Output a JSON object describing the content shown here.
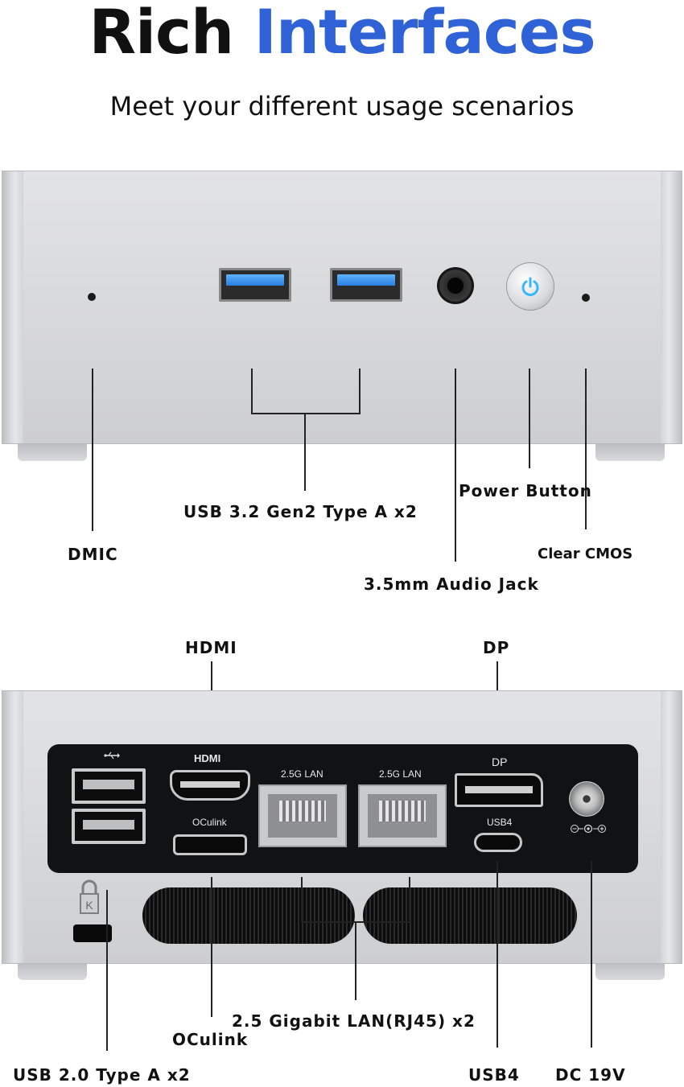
{
  "header": {
    "title_part1": "Rich",
    "title_part2": "Interfaces",
    "subtitle": "Meet your different usage scenarios"
  },
  "front": {
    "labels": {
      "dmic": "DMIC",
      "usb32": "USB 3.2 Gen2 Type A x2",
      "audio": "3.5mm Audio Jack",
      "power": "Power Button",
      "cmos": "Clear CMOS"
    }
  },
  "rear": {
    "port_labels": {
      "hdmi": "HDMI",
      "lan1": "2.5G LAN",
      "lan2": "2.5G LAN",
      "dp": "DP",
      "oculink": "OCulink",
      "usb4": "USB4"
    },
    "labels": {
      "hdmi": "HDMI",
      "dp": "DP",
      "lan": "2.5 Gigabit LAN(RJ45) x2",
      "oculink": "OCulink",
      "usb20": "USB 2.0 Type A x2",
      "usb4": "USB4",
      "dc": "DC 19V"
    }
  },
  "colors": {
    "accent": "#2f62d6",
    "power_glow": "#37b7ff",
    "usb_blue": "#3a8ff0"
  }
}
